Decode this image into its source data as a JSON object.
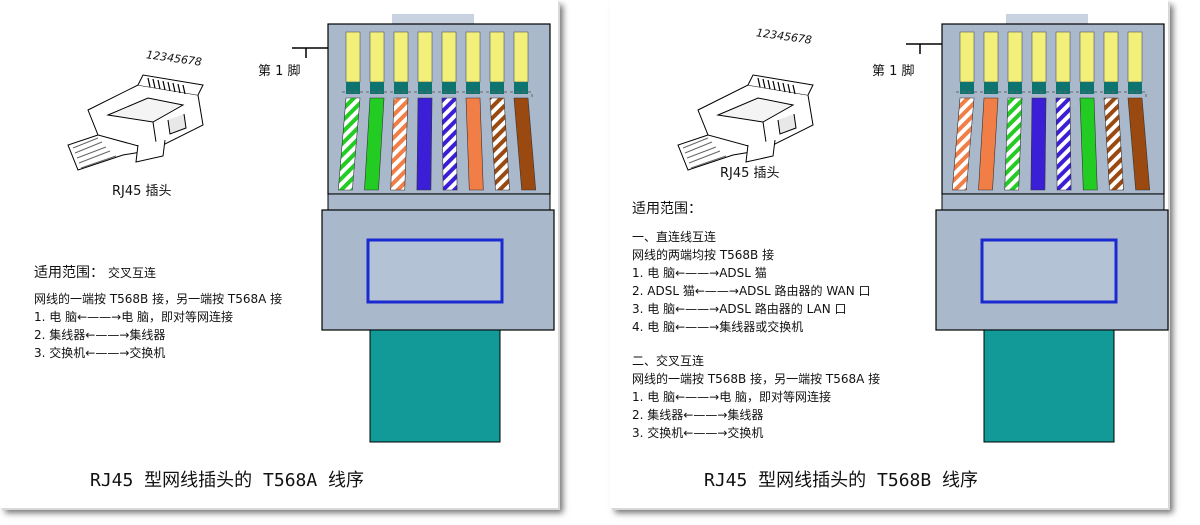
{
  "panels": [
    {
      "id": "a",
      "pin_digits": "12345678",
      "plug_caption": "RJ45 插头",
      "pin1_label": "第 1 脚",
      "scope": {
        "heading": "适用范围：",
        "heading_suffix": "交叉互连",
        "lines": [
          "网线的一端按 T568B 接，另一端按 T568A 接",
          "1.  电   脑←——→电   脑，即对等网连接",
          "2.  集线器←——→集线器",
          "3.  交换机←——→交换机"
        ]
      },
      "title": "RJ45 型网线插头的 T568A 线序",
      "wire_order": [
        "white-green",
        "green",
        "white-orange",
        "blue",
        "white-blue",
        "orange",
        "white-brown",
        "brown"
      ]
    },
    {
      "id": "b",
      "pin_digits": "12345678",
      "plug_caption": "RJ45 插头",
      "pin1_label": "第 1 脚",
      "scope": {
        "heading": "适用范围：",
        "section1_title": "一、直连线互连",
        "section1_lines": [
          "网线的两端均按 T568B 接",
          "1.  电   脑←——→ADSL 猫",
          "2.  ADSL 猫←——→ADSL 路由器的 WAN 口",
          "3.  电   脑←——→ADSL 路由器的 LAN 口",
          "4.  电   脑←——→集线器或交换机"
        ],
        "section2_title": "二、交叉互连",
        "section2_lines": [
          "网线的一端按 T568B 接，另一端按 T568A 接",
          "1.  电   脑←——→电   脑，即对等网连接",
          "2.  集线器←——→集线器",
          "3.  交换机←——→交换机"
        ]
      },
      "title": "RJ45 型网线插头的 T568B 线序",
      "wire_order": [
        "white-orange",
        "orange",
        "white-green",
        "blue",
        "white-blue",
        "green",
        "white-brown",
        "brown"
      ]
    }
  ],
  "colors": {
    "green": "#22cc22",
    "orange": "#f07e46",
    "blue": "#3a1fd6",
    "brown": "#9a4a10",
    "pin_yellow": "#f2f07a",
    "pin_base": "#0f7470",
    "plug_body": "#aab8cc",
    "plug_outline": "#000000",
    "window_fill": "#b4c2d6",
    "window_border": "#1a2ad0",
    "cable": "#129a98"
  }
}
